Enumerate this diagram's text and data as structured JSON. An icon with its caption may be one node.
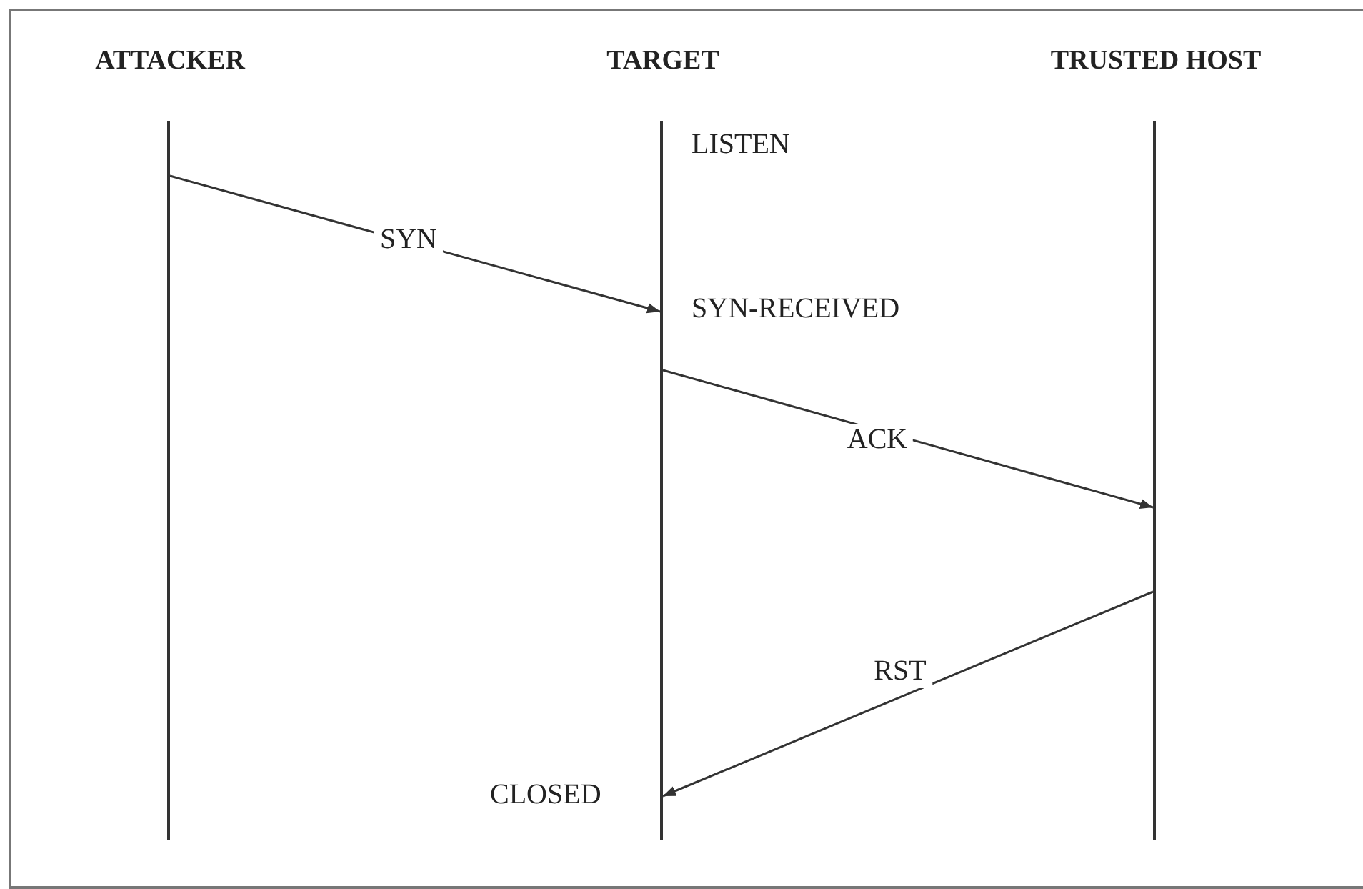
{
  "diagram": {
    "nodes": [
      {
        "text": [
          "ATTACKER"
        ]
      },
      {
        "text": [
          "TARGET"
        ]
      },
      {
        "text": [
          "TRUSTED HOST"
        ]
      }
    ],
    "edges": [
      {
        "from": 0,
        "to": 1,
        "arrow": "to",
        "label": "SYN"
      },
      {
        "from": 1,
        "to": 2,
        "arrow": "to",
        "label": "ACK"
      },
      {
        "from": 2,
        "to": 1,
        "arrow": "to",
        "label": "RST"
      }
    ],
    "labels": [
      "LISTEN",
      "SYN-RECEIVED",
      "CLOSED"
    ]
  }
}
